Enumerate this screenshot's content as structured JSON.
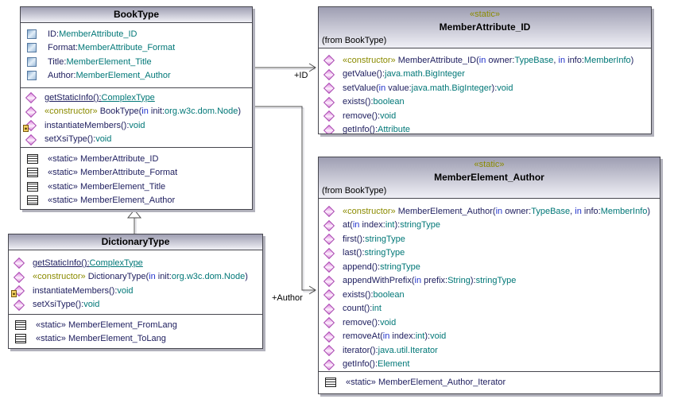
{
  "colors": {
    "member_text": "#202060",
    "type_text": "#007777",
    "keyword_text": "#2233cc",
    "stereotype_text": "#8b8b00",
    "header_gradient_top": "#9e9eb2",
    "header_gradient_bottom": "#f0f0f6",
    "box_border": "#46464e",
    "operation_icon": "#b545b5",
    "attribute_icon": "#5478a0"
  },
  "connectors": {
    "id_label": "+ID",
    "author_label": "+Author"
  },
  "classes": {
    "book_type": {
      "title": "BookType",
      "attributes": [
        {
          "icon": "attribute",
          "segments": [
            [
              "ID:",
              "n"
            ],
            [
              "MemberAttribute_ID",
              "t"
            ]
          ]
        },
        {
          "icon": "attribute",
          "segments": [
            [
              "Format:",
              "n"
            ],
            [
              "MemberAttribute_Format",
              "t"
            ]
          ]
        },
        {
          "icon": "attribute",
          "segments": [
            [
              "Title:",
              "n"
            ],
            [
              "MemberElement_Title",
              "t"
            ]
          ]
        },
        {
          "icon": "attribute",
          "segments": [
            [
              "Author:",
              "n"
            ],
            [
              "MemberElement_Author",
              "t"
            ]
          ]
        }
      ],
      "operations": [
        {
          "icon": "operation",
          "underline": true,
          "segments": [
            [
              "getStaticInfo():",
              "n"
            ],
            [
              "ComplexType",
              "t"
            ]
          ]
        },
        {
          "icon": "operation",
          "segments": [
            [
              "«constructor» ",
              "s"
            ],
            [
              "BookType(",
              "n"
            ],
            [
              "in ",
              "k"
            ],
            [
              "init:",
              "n"
            ],
            [
              "org.w3c.dom.Node",
              "t"
            ],
            [
              ")",
              "n"
            ]
          ]
        },
        {
          "icon": "operation-protected",
          "segments": [
            [
              "instantiateMembers():",
              "n"
            ],
            [
              "void",
              "t"
            ]
          ]
        },
        {
          "icon": "operation",
          "segments": [
            [
              "setXsiType():",
              "n"
            ],
            [
              "void",
              "t"
            ]
          ]
        }
      ],
      "nested": [
        {
          "icon": "nested-class",
          "segments": [
            [
              "«static» MemberAttribute_ID",
              "n"
            ]
          ]
        },
        {
          "icon": "nested-class",
          "segments": [
            [
              "«static» MemberAttribute_Format",
              "n"
            ]
          ]
        },
        {
          "icon": "nested-class",
          "segments": [
            [
              "«static» MemberElement_Title",
              "n"
            ]
          ]
        },
        {
          "icon": "nested-class",
          "segments": [
            [
              "«static» MemberElement_Author",
              "n"
            ]
          ]
        }
      ]
    },
    "dictionary_type": {
      "title": "DictionaryType",
      "operations": [
        {
          "icon": "operation",
          "underline": true,
          "segments": [
            [
              "getStaticInfo():",
              "n"
            ],
            [
              "ComplexType",
              "t"
            ]
          ]
        },
        {
          "icon": "operation",
          "segments": [
            [
              "«constructor» ",
              "s"
            ],
            [
              "DictionaryType(",
              "n"
            ],
            [
              "in ",
              "k"
            ],
            [
              "init:",
              "n"
            ],
            [
              "org.w3c.dom.Node",
              "t"
            ],
            [
              ")",
              "n"
            ]
          ]
        },
        {
          "icon": "operation-protected",
          "segments": [
            [
              "instantiateMembers():",
              "n"
            ],
            [
              "void",
              "t"
            ]
          ]
        },
        {
          "icon": "operation",
          "segments": [
            [
              "setXsiType():",
              "n"
            ],
            [
              "void",
              "t"
            ]
          ]
        }
      ],
      "nested": [
        {
          "icon": "nested-class",
          "segments": [
            [
              "«static» MemberElement_FromLang",
              "n"
            ]
          ]
        },
        {
          "icon": "nested-class",
          "segments": [
            [
              "«static» MemberElement_ToLang",
              "n"
            ]
          ]
        }
      ]
    },
    "member_attribute_id": {
      "stereotype": "«static»",
      "title": "MemberAttribute_ID",
      "from": "(from BookType)",
      "operations": [
        {
          "icon": "operation",
          "segments": [
            [
              "«constructor» ",
              "s"
            ],
            [
              "MemberAttribute_ID(",
              "n"
            ],
            [
              "in ",
              "k"
            ],
            [
              "owner:",
              "n"
            ],
            [
              "TypeBase",
              "t"
            ],
            [
              ", ",
              "n"
            ],
            [
              "in ",
              "k"
            ],
            [
              "info:",
              "n"
            ],
            [
              "MemberInfo",
              "t"
            ],
            [
              ")",
              "n"
            ]
          ]
        },
        {
          "icon": "operation",
          "segments": [
            [
              "getValue():",
              "n"
            ],
            [
              "java.math.BigInteger",
              "t"
            ]
          ]
        },
        {
          "icon": "operation",
          "segments": [
            [
              "setValue(",
              "n"
            ],
            [
              "in ",
              "k"
            ],
            [
              "value:",
              "n"
            ],
            [
              "java.math.BigInteger",
              "t"
            ],
            [
              "):",
              "n"
            ],
            [
              "void",
              "t"
            ]
          ]
        },
        {
          "icon": "operation",
          "segments": [
            [
              "exists():",
              "n"
            ],
            [
              "boolean",
              "t"
            ]
          ]
        },
        {
          "icon": "operation",
          "segments": [
            [
              "remove():",
              "n"
            ],
            [
              "void",
              "t"
            ]
          ]
        },
        {
          "icon": "operation",
          "segments": [
            [
              "getInfo():",
              "n"
            ],
            [
              "Attribute",
              "t"
            ]
          ]
        }
      ]
    },
    "member_element_author": {
      "stereotype": "«static»",
      "title": "MemberElement_Author",
      "from": "(from BookType)",
      "operations": [
        {
          "icon": "operation",
          "segments": [
            [
              "«constructor» ",
              "s"
            ],
            [
              "MemberElement_Author(",
              "n"
            ],
            [
              "in ",
              "k"
            ],
            [
              "owner:",
              "n"
            ],
            [
              "TypeBase",
              "t"
            ],
            [
              ", ",
              "n"
            ],
            [
              "in ",
              "k"
            ],
            [
              "info:",
              "n"
            ],
            [
              "MemberInfo",
              "t"
            ],
            [
              ")",
              "n"
            ]
          ]
        },
        {
          "icon": "operation",
          "segments": [
            [
              "at(",
              "n"
            ],
            [
              "in ",
              "k"
            ],
            [
              "index:",
              "n"
            ],
            [
              "int",
              "t"
            ],
            [
              "):",
              "n"
            ],
            [
              "stringType",
              "t"
            ]
          ]
        },
        {
          "icon": "operation",
          "segments": [
            [
              "first():",
              "n"
            ],
            [
              "stringType",
              "t"
            ]
          ]
        },
        {
          "icon": "operation",
          "segments": [
            [
              "last():",
              "n"
            ],
            [
              "stringType",
              "t"
            ]
          ]
        },
        {
          "icon": "operation",
          "segments": [
            [
              "append():",
              "n"
            ],
            [
              "stringType",
              "t"
            ]
          ]
        },
        {
          "icon": "operation",
          "segments": [
            [
              "appendWithPrefix(",
              "n"
            ],
            [
              "in ",
              "k"
            ],
            [
              "prefix:",
              "n"
            ],
            [
              "String",
              "t"
            ],
            [
              "):",
              "n"
            ],
            [
              "stringType",
              "t"
            ]
          ]
        },
        {
          "icon": "operation",
          "segments": [
            [
              "exists():",
              "n"
            ],
            [
              "boolean",
              "t"
            ]
          ]
        },
        {
          "icon": "operation",
          "segments": [
            [
              "count():",
              "n"
            ],
            [
              "int",
              "t"
            ]
          ]
        },
        {
          "icon": "operation",
          "segments": [
            [
              "remove():",
              "n"
            ],
            [
              "void",
              "t"
            ]
          ]
        },
        {
          "icon": "operation",
          "segments": [
            [
              "removeAt(",
              "n"
            ],
            [
              "in ",
              "k"
            ],
            [
              "index:",
              "n"
            ],
            [
              "int",
              "t"
            ],
            [
              "):",
              "n"
            ],
            [
              "void",
              "t"
            ]
          ]
        },
        {
          "icon": "operation",
          "segments": [
            [
              "iterator():",
              "n"
            ],
            [
              "java.util.Iterator",
              "t"
            ]
          ]
        },
        {
          "icon": "operation",
          "segments": [
            [
              "getInfo():",
              "n"
            ],
            [
              "Element",
              "t"
            ]
          ]
        }
      ],
      "nested": [
        {
          "icon": "nested-class",
          "segments": [
            [
              "«static» MemberElement_Author_Iterator",
              "n"
            ]
          ]
        }
      ]
    }
  }
}
